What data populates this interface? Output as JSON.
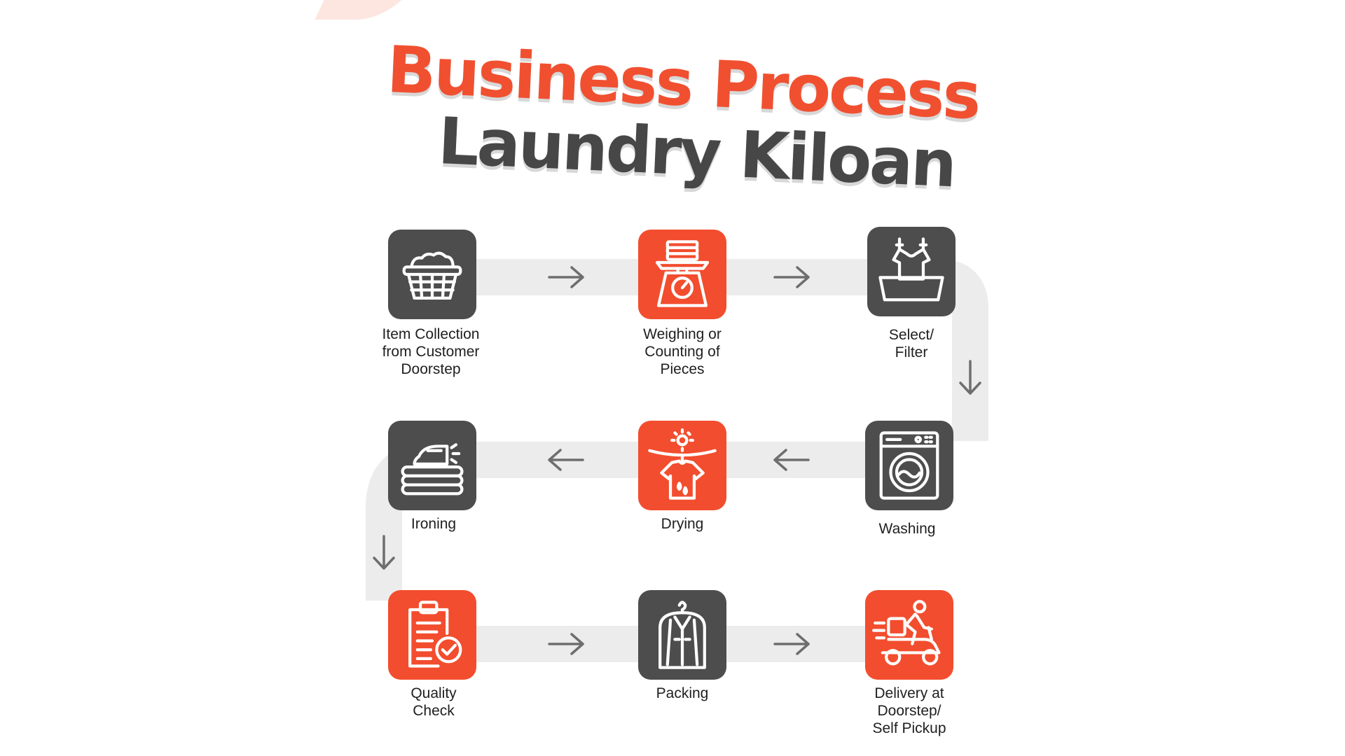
{
  "title": {
    "line1": "Business Process",
    "line2": "Laundry Kiloan"
  },
  "colors": {
    "accent": "#f24d2e",
    "dark": "#4d4d4d",
    "track": "#ececec",
    "arrow": "#6e6e6e"
  },
  "steps": [
    {
      "lines": [
        "Item Collection",
        "from Customer",
        "Doorstep"
      ],
      "icon": "laundry-basket-icon",
      "style": "dark"
    },
    {
      "lines": [
        "Weighing or",
        "Counting of",
        "Pieces"
      ],
      "icon": "weighing-scale-icon",
      "style": "orange"
    },
    {
      "lines": [
        "Select/",
        "Filter"
      ],
      "icon": "shirt-basin-icon",
      "style": "dark"
    },
    {
      "lines": [
        "Washing"
      ],
      "icon": "washing-machine-icon",
      "style": "dark"
    },
    {
      "lines": [
        "Drying"
      ],
      "icon": "drying-shirt-icon",
      "style": "orange"
    },
    {
      "lines": [
        "Ironing"
      ],
      "icon": "iron-icon",
      "style": "dark"
    },
    {
      "lines": [
        "Quality",
        "Check"
      ],
      "icon": "clipboard-check-icon",
      "style": "orange"
    },
    {
      "lines": [
        "Packing"
      ],
      "icon": "garment-bag-icon",
      "style": "dark"
    },
    {
      "lines": [
        "Delivery at",
        "Doorstep/",
        "Self Pickup"
      ],
      "icon": "delivery-scooter-icon",
      "style": "orange"
    }
  ],
  "connectors": [
    {
      "direction": "right"
    },
    {
      "direction": "right"
    },
    {
      "direction": "down"
    },
    {
      "direction": "left"
    },
    {
      "direction": "left"
    },
    {
      "direction": "down"
    },
    {
      "direction": "right"
    },
    {
      "direction": "right"
    }
  ]
}
